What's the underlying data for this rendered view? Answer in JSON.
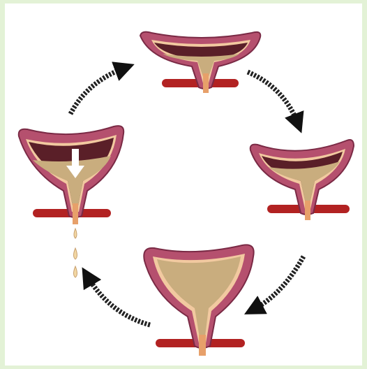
{
  "diagram": {
    "stages": [
      {
        "id": "top",
        "state": "empty",
        "fill_level": 0.2
      },
      {
        "id": "right",
        "state": "filling",
        "fill_level": 0.45
      },
      {
        "id": "bottom",
        "state": "full",
        "fill_level": 1.0
      },
      {
        "id": "left",
        "state": "emptying",
        "fill_level": 0.55
      }
    ],
    "arrows": 4,
    "colors": {
      "background": "#e3f2d6",
      "bladder_wall": "#b5506e",
      "bladder_wall_dark": "#7a2a45",
      "bladder_lining": "#f2c9a0",
      "cavity": "#5a1f28",
      "urine": "#c9ad7e",
      "urethra": "#e7a06a",
      "vessel": "#b22222",
      "droplet": "#f2d7a3",
      "arrow": "#111111"
    },
    "icons": [
      "cycle-arrow-icon",
      "down-arrow-icon",
      "droplet-icon"
    ]
  }
}
